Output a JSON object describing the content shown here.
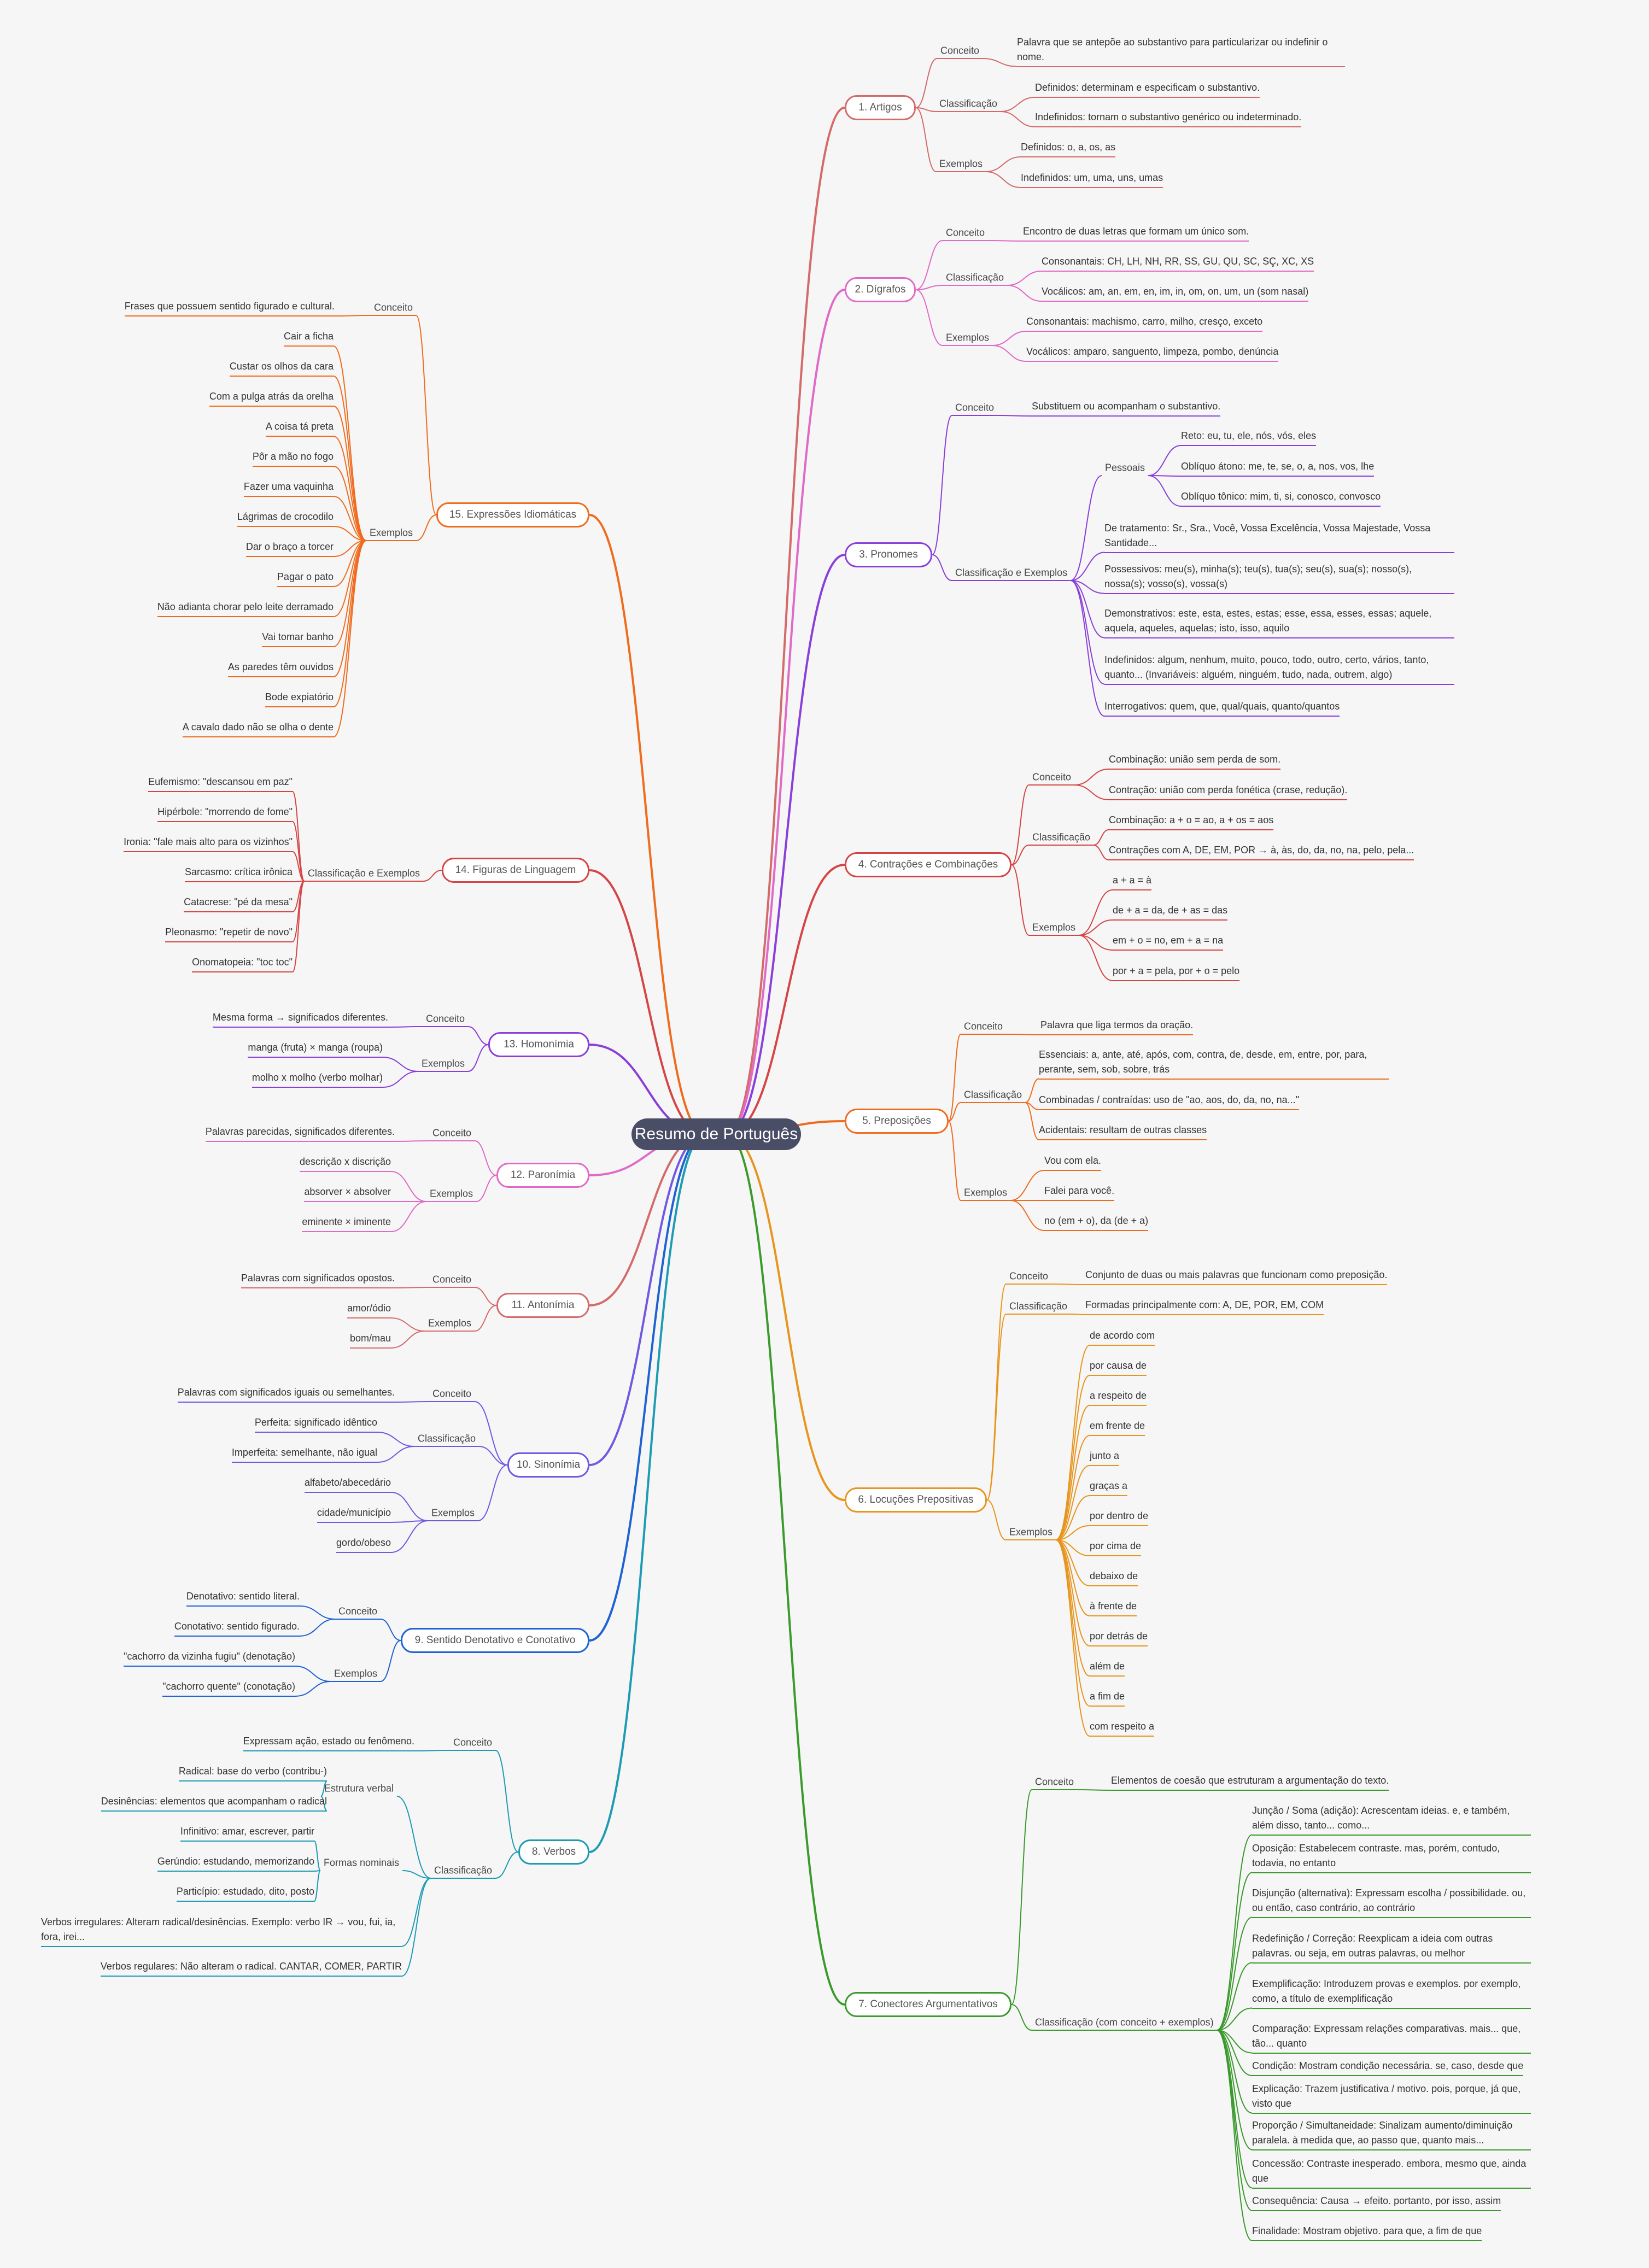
{
  "root": "Resumo de Português",
  "branches": [
    {
      "id": "b1",
      "title": "1. Artigos",
      "color": "#d46b6b",
      "groups": [
        {
          "label": "Conceito",
          "items": [
            "Palavra que se antepõe ao substantivo para particularizar ou indefinir o nome."
          ]
        },
        {
          "label": "Classificação",
          "items": [
            "Definidos: determinam e especificam o substantivo.",
            "Indefinidos: tornam o substantivo genérico ou indeterminado."
          ]
        },
        {
          "label": "Exemplos",
          "items": [
            "Definidos: o, a, os, as",
            "Indefinidos: um, uma, uns, umas"
          ]
        }
      ]
    },
    {
      "id": "b2",
      "title": "2. Dígrafos",
      "color": "#e06ac8",
      "groups": [
        {
          "label": "Conceito",
          "items": [
            "Encontro de duas letras que formam um único som."
          ]
        },
        {
          "label": "Classificação",
          "items": [
            "Consonantais: CH, LH, NH, RR, SS, GU, QU, SC, SÇ, XC, XS",
            "Vocálicos: am, an, em, en, im, in, om, on, um, un (som nasal)"
          ]
        },
        {
          "label": "Exemplos",
          "items": [
            "Consonantais: machismo, carro, milho, cresço, exceto",
            "Vocálicos: amparo, sanguento, limpeza, pombo, denúncia"
          ]
        }
      ]
    },
    {
      "id": "b3",
      "title": "3. Pronomes",
      "color": "#8b3fd9",
      "groups": [
        {
          "label": "Conceito",
          "items": [
            "Substituem ou acompanham o substantivo."
          ]
        },
        {
          "label": "Classificação e Exemplos",
          "sub": {
            "label": "Pessoais",
            "items": [
              "Reto: eu, tu, ele, nós, vós, eles",
              "Oblíquo átono: me, te, se, o, a, nos, vos, lhe",
              "Oblíquo tônico: mim, ti, si, conosco, convosco"
            ]
          },
          "items": [
            "De tratamento: Sr., Sra., Você, Vossa Excelência, Vossa Majestade, Vossa Santidade...",
            "Possessivos: meu(s), minha(s); teu(s), tua(s); seu(s), sua(s); nosso(s), nossa(s); vosso(s), vossa(s)",
            "Demonstrativos: este, esta, estes, estas; esse, essa, esses, essas; aquele, aquela, aqueles, aquelas; isto, isso, aquilo",
            "Indefinidos: algum, nenhum, muito, pouco, todo, outro, certo, vários, tanto, quanto... (Invariáveis: alguém, ninguém, tudo, nada, outrem, algo)",
            "Interrogativos: quem, que, qual/quais, quanto/quantos"
          ]
        }
      ]
    },
    {
      "id": "b4",
      "title": "4. Contrações e Combinações",
      "color": "#d64545",
      "groups": [
        {
          "label": "Conceito",
          "items": [
            "Combinação: união sem perda de som.",
            "Contração: união com perda fonética (crase, redução)."
          ]
        },
        {
          "label": "Classificação",
          "items": [
            "Combinação: a + o = ao, a + os = aos",
            "Contrações com A, DE, EM, POR → à, às, do, da, no, na, pelo, pela..."
          ]
        },
        {
          "label": "Exemplos",
          "items": [
            "a + a = à",
            "de + a = da, de + as = das",
            "em + o = no, em + a = na",
            "por + a = pela, por + o = pelo"
          ]
        }
      ]
    },
    {
      "id": "b5",
      "title": "5. Preposições",
      "color": "#ef6c1f",
      "groups": [
        {
          "label": "Conceito",
          "items": [
            "Palavra que liga termos da oração."
          ]
        },
        {
          "label": "Classificação",
          "items": [
            "Essenciais: a, ante, até, após, com, contra, de, desde, em, entre, por, para, perante, sem, sob, sobre, trás",
            "Combinadas / contraídas: uso de \"ao, aos, do, da, no, na...\"",
            "Acidentais: resultam de outras classes"
          ]
        },
        {
          "label": "Exemplos",
          "items": [
            "Vou com ela.",
            "Falei para você.",
            "no (em + o), da (de + a)"
          ]
        }
      ]
    },
    {
      "id": "b6",
      "title": "6. Locuções Prepositivas",
      "color": "#e8951e",
      "groups": [
        {
          "label": "Conceito",
          "items": [
            "Conjunto de duas ou mais palavras que funcionam como preposição."
          ]
        },
        {
          "label": "Classificação",
          "items": [
            "Formadas principalmente com: A, DE, POR, EM, COM"
          ]
        },
        {
          "label": "Exemplos",
          "items": [
            "de acordo com",
            "por causa de",
            "a respeito de",
            "em frente de",
            "junto a",
            "graças a",
            "por dentro de",
            "por cima de",
            "debaixo de",
            "à frente de",
            "por detrás de",
            "além de",
            "a fim de",
            "com respeito a"
          ]
        }
      ]
    },
    {
      "id": "b7",
      "title": "7. Conectores Argumentativos",
      "color": "#3a9a2c",
      "groups": [
        {
          "label": "Conceito",
          "items": [
            "Elementos de coesão que estruturam a argumentação do texto."
          ]
        },
        {
          "label": "Classificação (com conceito + exemplos)",
          "items": [
            "Junção / Soma (adição): Acrescentam ideias. e, e também, além disso, tanto... como...",
            "Oposição: Estabelecem contraste. mas, porém, contudo, todavia, no entanto",
            "Disjunção (alternativa): Expressam escolha / possibilidade. ou, ou então, caso contrário, ao contrário",
            "Redefinição / Correção: Reexplicam a ideia com outras palavras. ou seja, em outras palavras, ou melhor",
            "Exemplificação: Introduzem provas e exemplos. por exemplo, como, a título de exemplificação",
            "Comparação: Expressam relações comparativas. mais... que, tão... quanto",
            "Condição: Mostram condição necessária. se, caso, desde que",
            "Explicação: Trazem justificativa / motivo. pois, porque, já que, visto que",
            "Proporção / Simultaneidade: Sinalizam aumento/diminuição paralela. à medida que, ao passo que, quanto mais...",
            "Concessão: Contraste inesperado. embora, mesmo que, ainda que",
            "Consequência: Causa → efeito. portanto, por isso, assim",
            "Finalidade: Mostram objetivo. para que, a fim de que"
          ]
        }
      ]
    },
    {
      "id": "b8",
      "title": "8. Verbos",
      "color": "#1e9bb4",
      "groups": [
        {
          "label": "Conceito",
          "items": [
            "Expressam ação, estado ou fenômeno."
          ]
        },
        {
          "label": "Classificação",
          "subs": [
            {
              "label": "Estrutura verbal",
              "items": [
                "Radical: base do verbo (contribu-)",
                "Desinências: elementos que acompanham o radical"
              ]
            },
            {
              "label": "Formas nominais",
              "items": [
                "Infinitivo: amar, escrever, partir",
                "Gerúndio: estudando, memorizando",
                "Particípio: estudado, dito, posto"
              ]
            }
          ],
          "items": [
            "Verbos irregulares: Alteram radical/desinências. Exemplo: verbo IR → vou, fui, ia, fora, irei...",
            "Verbos regulares: Não alteram o radical. CANTAR, COMER, PARTIR"
          ]
        }
      ]
    },
    {
      "id": "b9",
      "title": "9. Sentido Denotativo e Conotativo",
      "color": "#1f62d1",
      "groups": [
        {
          "label": "Conceito",
          "items": [
            "Denotativo: sentido literal.",
            "Conotativo: sentido figurado."
          ]
        },
        {
          "label": "Exemplos",
          "items": [
            "\"cachorro da vizinha fugiu\"    (denotação)",
            "\"cachorro quente\" (conotação)"
          ]
        }
      ]
    },
    {
      "id": "b10",
      "title": "10. Sinonímia",
      "color": "#7059e0",
      "groups": [
        {
          "label": "Conceito",
          "items": [
            "Palavras com significados iguais ou semelhantes."
          ]
        },
        {
          "label": "Classificação",
          "items": [
            "Perfeita: significado idêntico",
            "Imperfeita: semelhante, não igual"
          ]
        },
        {
          "label": "Exemplos",
          "items": [
            "alfabeto/abecedário",
            "cidade/município",
            "gordo/obeso"
          ]
        }
      ]
    },
    {
      "id": "b11",
      "title": "11. Antonímia",
      "color": "#d46b6b",
      "groups": [
        {
          "label": "Conceito",
          "items": [
            "Palavras com significados opostos."
          ]
        },
        {
          "label": "Exemplos",
          "items": [
            "amor/ódio",
            "bom/mau"
          ]
        }
      ]
    },
    {
      "id": "b12",
      "title": "12. Paronímia",
      "color": "#e06ac8",
      "groups": [
        {
          "label": "Conceito",
          "items": [
            "Palavras parecidas, significados diferentes."
          ]
        },
        {
          "label": "Exemplos",
          "items": [
            "descrição x discrição",
            "absorver × absolver",
            "eminente × iminente"
          ]
        }
      ]
    },
    {
      "id": "b13",
      "title": "13. Homonímia",
      "color": "#8b3fd9",
      "groups": [
        {
          "label": "Conceito",
          "items": [
            "Mesma forma → significados diferentes."
          ]
        },
        {
          "label": "Exemplos",
          "items": [
            "manga (fruta) × manga (roupa)",
            "molho x molho (verbo molhar)"
          ]
        }
      ]
    },
    {
      "id": "b14",
      "title": "14. Figuras de Linguagem",
      "color": "#d64545",
      "groups": [
        {
          "label": "Classificação e Exemplos",
          "items": [
            "Eufemismo: \"descansou em paz\"",
            "Hipérbole: \"morrendo de fome\"",
            "Ironia: \"fale mais alto para os vizinhos\"",
            "Sarcasmo: crítica irônica",
            "Catacrese: \"pé da mesa\"",
            "Pleonasmo: \"repetir de novo\"",
            "Onomatopeia: \"toc toc\""
          ]
        }
      ]
    },
    {
      "id": "b15",
      "title": "15. Expressões Idiomáticas",
      "color": "#ef6c1f",
      "groups": [
        {
          "label": "Conceito",
          "items": [
            "Frases que possuem sentido figurado e cultural."
          ]
        },
        {
          "label": "Exemplos",
          "items": [
            "Cair a ficha",
            "Custar os olhos da cara",
            "Com a pulga atrás da orelha",
            "A coisa tá preta",
            "Pôr a mão no fogo",
            "Fazer uma vaquinha",
            "Lágrimas de crocodilo",
            "Dar o braço a torcer",
            "Pagar o pato",
            "Não adianta chorar pelo leite derramado",
            "Vai tomar banho",
            "As paredes têm ouvidos",
            "Bode expiatório",
            "A cavalo dado não se olha o dente"
          ]
        }
      ]
    }
  ]
}
